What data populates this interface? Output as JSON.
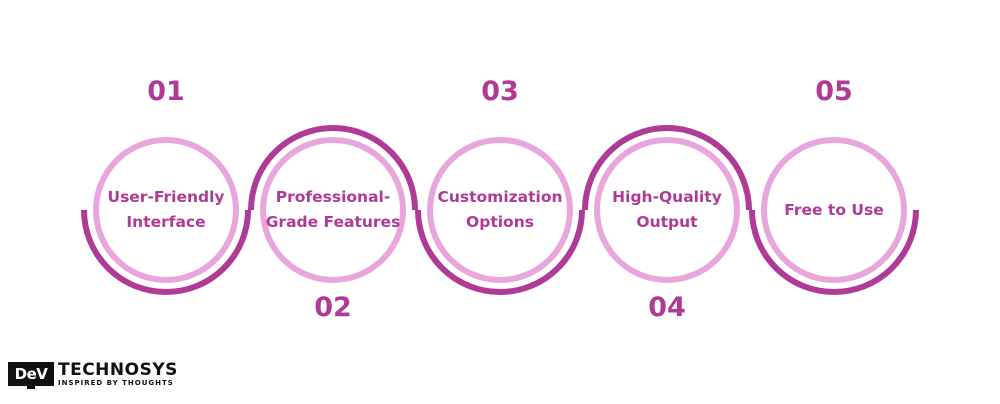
{
  "colors": {
    "dark_ring": "#b03b96",
    "light_ring": "#e9a6dd",
    "text": "#b03b96"
  },
  "steps": [
    {
      "number": "01",
      "label": "User-Friendly Interface"
    },
    {
      "number": "02",
      "label": "Professional-Grade Features"
    },
    {
      "number": "03",
      "label": "Customization Options"
    },
    {
      "number": "04",
      "label": "High-Quality Output"
    },
    {
      "number": "05",
      "label": "Free to Use"
    }
  ],
  "logo": {
    "box_text": "DeV",
    "name": "TECHNOSYS",
    "tagline": "INSPIRED BY THOUGHTS"
  }
}
